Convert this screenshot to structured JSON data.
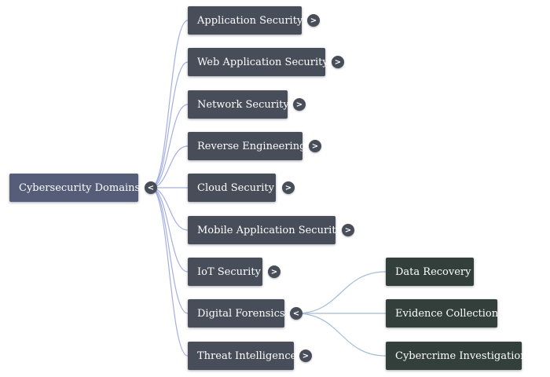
{
  "colors": {
    "root_node": "#565d78",
    "child_node": "#474d59",
    "leaf_node": "#323f3b",
    "connector": "#a3aee3",
    "connector_leaf": "#a4bcd6",
    "text": "#ffffff"
  },
  "root": {
    "label": "Cybersecurity Domains",
    "toggle": "<"
  },
  "children": [
    {
      "label": "Application Security",
      "toggle": ">"
    },
    {
      "label": "Web Application Security",
      "toggle": ">"
    },
    {
      "label": "Network Security",
      "toggle": ">"
    },
    {
      "label": "Reverse Engineering",
      "toggle": ">"
    },
    {
      "label": "Cloud Security",
      "toggle": ">"
    },
    {
      "label": "Mobile Application Security",
      "toggle": ">"
    },
    {
      "label": "IoT Security",
      "toggle": ">"
    },
    {
      "label": "Digital Forensics",
      "toggle": "<",
      "children": [
        {
          "label": "Data Recovery"
        },
        {
          "label": "Evidence Collection"
        },
        {
          "label": "Cybercrime Investigation"
        }
      ]
    },
    {
      "label": "Threat Intelligence",
      "toggle": ">"
    }
  ]
}
